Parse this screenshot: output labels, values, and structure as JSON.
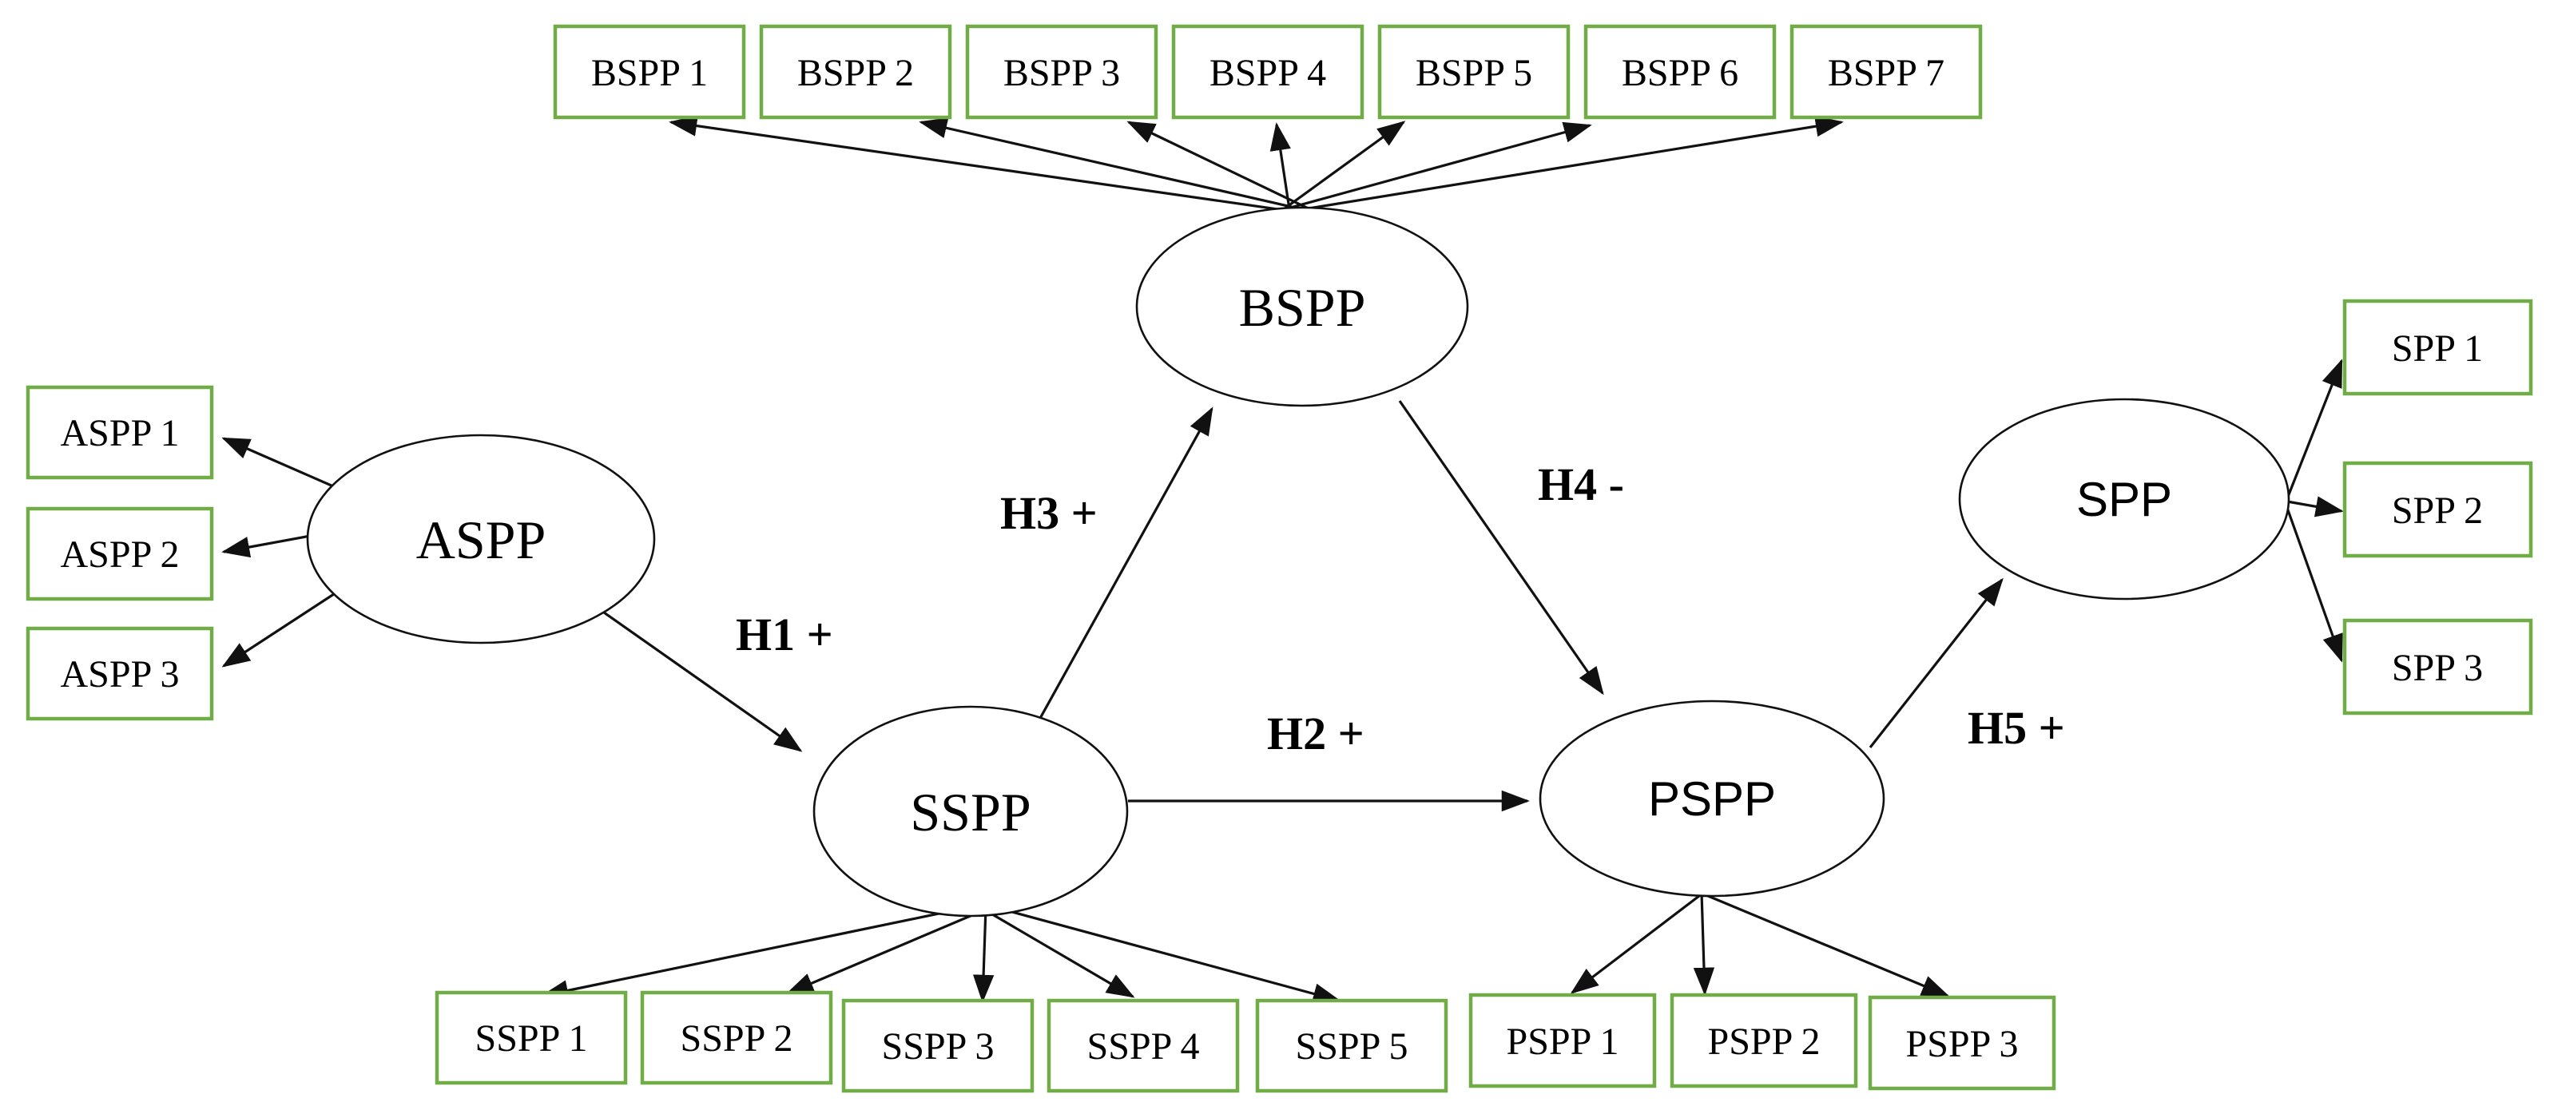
{
  "colors": {
    "indicator_border": "#70ad47",
    "line": "#111111",
    "text": "#000000",
    "background": "#ffffff"
  },
  "latents": {
    "aspp": {
      "label": "ASPP"
    },
    "bspp": {
      "label": "BSPP"
    },
    "sspp": {
      "label": "SSPP"
    },
    "pspp": {
      "label": "PSPP"
    },
    "spp": {
      "label": "SPP"
    }
  },
  "indicators": {
    "aspp": [
      "ASPP 1",
      "ASPP 2",
      "ASPP 3"
    ],
    "bspp": [
      "BSPP 1",
      "BSPP 2",
      "BSPP 3",
      "BSPP 4",
      "BSPP 5",
      "BSPP 6",
      "BSPP 7"
    ],
    "sspp": [
      "SSPP 1",
      "SSPP 2",
      "SSPP 3",
      "SSPP 4",
      "SSPP 5"
    ],
    "pspp": [
      "PSPP 1",
      "PSPP 2",
      "PSPP 3"
    ],
    "spp": [
      "SPP 1",
      "SPP 2",
      "SPP 3"
    ]
  },
  "hypotheses": {
    "h1": {
      "label": "H1 +",
      "from": "ASPP",
      "to": "SSPP",
      "sign": "+"
    },
    "h2": {
      "label": "H2 +",
      "from": "SSPP",
      "to": "PSPP",
      "sign": "+"
    },
    "h3": {
      "label": "H3 +",
      "from": "SSPP",
      "to": "BSPP",
      "sign": "+"
    },
    "h4": {
      "label": "H4 -",
      "from": "BSPP",
      "to": "PSPP",
      "sign": "-"
    },
    "h5": {
      "label": "H5 +",
      "from": "PSPP",
      "to": "SPP",
      "sign": "+"
    }
  }
}
